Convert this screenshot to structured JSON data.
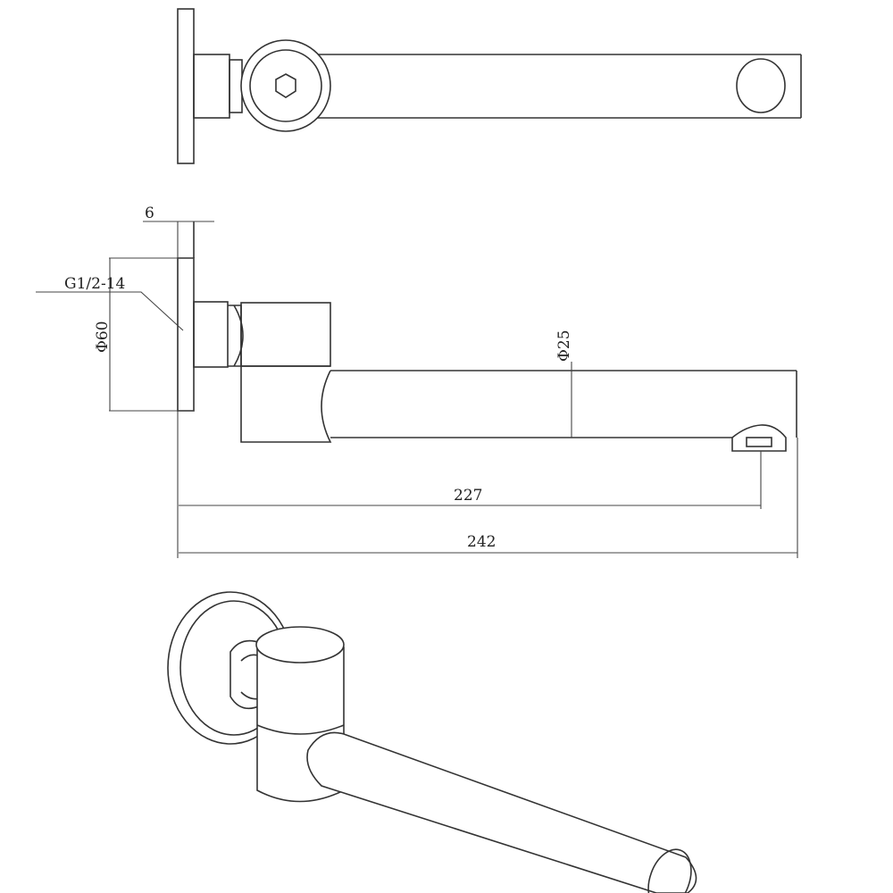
{
  "drawing": {
    "title": "Wall-mounted spout technical drawing",
    "dimensions": {
      "plate_thickness": "6",
      "thread": "G1/2-14",
      "plate_diameter": "Φ60",
      "spout_diameter": "Φ25",
      "outlet_reach": "227",
      "total_length": "242"
    },
    "line_color": "#333333"
  }
}
